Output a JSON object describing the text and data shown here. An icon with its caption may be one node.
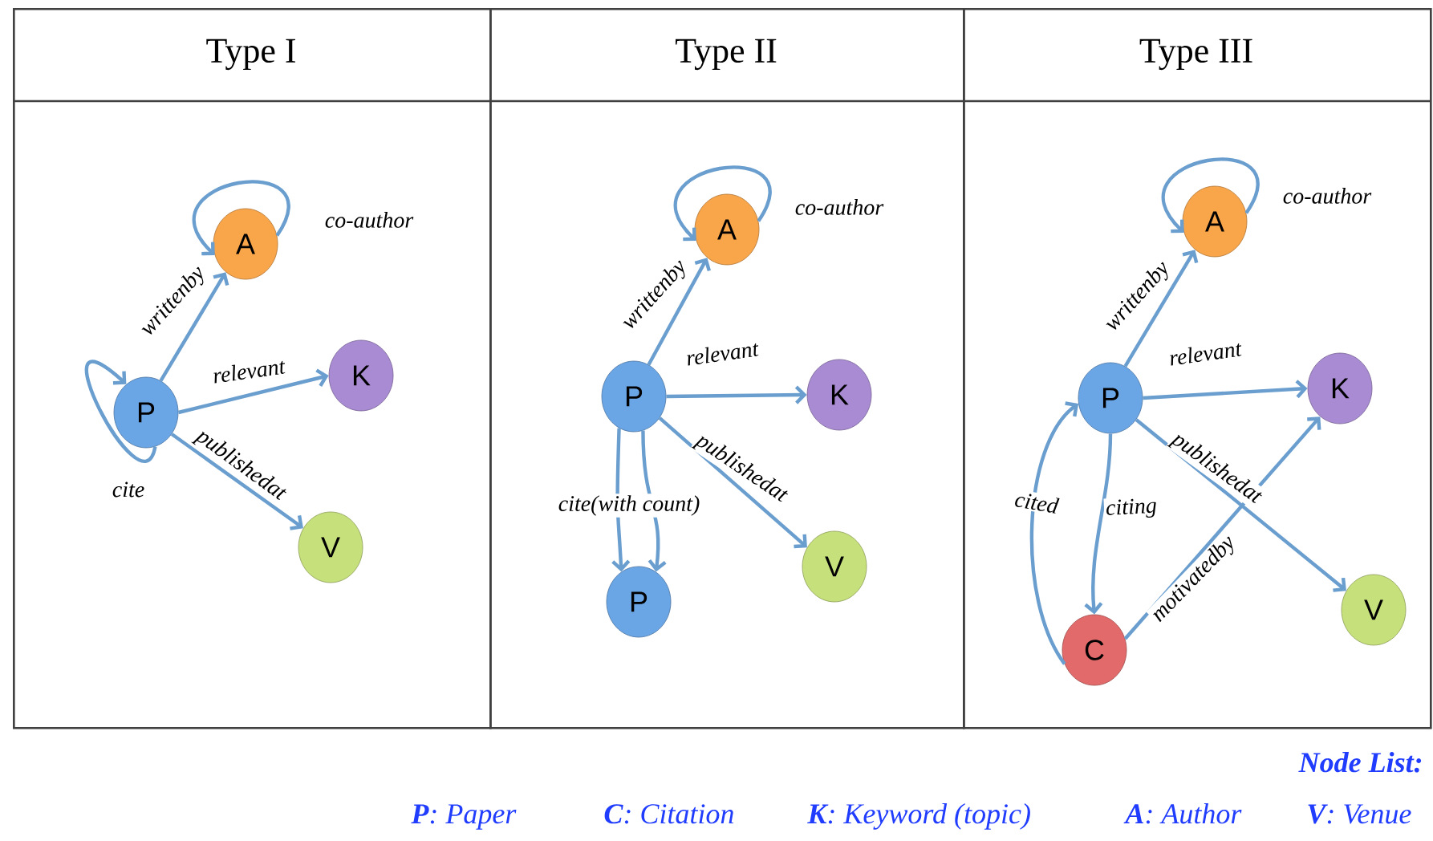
{
  "diagram": {
    "nodes": [
      {
        "text": [
          "Type I"
        ]
      },
      {
        "text": [
          "A"
        ],
        "in": 0
      },
      {
        "text": [
          "P"
        ],
        "in": 0
      },
      {
        "text": [
          "K"
        ],
        "in": 0
      },
      {
        "text": [
          "V"
        ],
        "in": 0
      },
      {
        "text": [
          "Type II"
        ]
      },
      {
        "text": [
          "A"
        ],
        "in": 5
      },
      {
        "text": [
          "P"
        ],
        "in": 5
      },
      {
        "text": [
          "K"
        ],
        "in": 5
      },
      {
        "text": [
          "V"
        ],
        "in": 5
      },
      {
        "text": [
          "P"
        ],
        "in": 5
      },
      {
        "text": [
          "Type III"
        ]
      },
      {
        "text": [
          "A"
        ],
        "in": 11
      },
      {
        "text": [
          "P"
        ],
        "in": 11
      },
      {
        "text": [
          "K"
        ],
        "in": 11
      },
      {
        "text": [
          "C"
        ],
        "in": 11
      },
      {
        "text": [
          "V"
        ],
        "in": 11
      }
    ],
    "edges": [
      {
        "from": 1,
        "to": 1,
        "arrow": "to",
        "label": "co-author"
      },
      {
        "from": 2,
        "to": 1,
        "arrow": "to",
        "label": "writtenby"
      },
      {
        "from": 2,
        "to": 3,
        "arrow": "to",
        "label": "relevant"
      },
      {
        "from": 2,
        "to": 4,
        "arrow": "to",
        "label": "publishedat"
      },
      {
        "from": 2,
        "to": 2,
        "arrow": "to",
        "label": "cite"
      },
      {
        "from": 6,
        "to": 6,
        "arrow": "to",
        "label": "co-author"
      },
      {
        "from": 7,
        "to": 6,
        "arrow": "to",
        "label": "writtenby"
      },
      {
        "from": 7,
        "to": 8,
        "arrow": "to",
        "label": "relevant"
      },
      {
        "from": 7,
        "to": 9,
        "arrow": "to",
        "label": "publishedat"
      },
      {
        "from": 7,
        "to": 10,
        "arrow": "to",
        "label": "cite(with count)"
      },
      {
        "from": 7,
        "to": 10,
        "arrow": "to"
      },
      {
        "from": 12,
        "to": 12,
        "arrow": "to",
        "label": "co-author"
      },
      {
        "from": 13,
        "to": 12,
        "arrow": "to",
        "label": "writtenby"
      },
      {
        "from": 13,
        "to": 14,
        "arrow": "to",
        "label": "relevant"
      },
      {
        "from": 13,
        "to": 16,
        "arrow": "to",
        "label": "publishedat"
      },
      {
        "from": 13,
        "to": 15,
        "arrow": "to",
        "label": "citing"
      },
      {
        "from": 15,
        "to": 13,
        "arrow": "to",
        "label": "cited"
      },
      {
        "from": 15,
        "to": 14,
        "arrow": "to",
        "label": "motivatedby"
      }
    ],
    "labels": [
      "Node List:",
      "**P**: Paper",
      "**C**: Citation",
      "**K**: Keyword (topic)",
      "**A**: Author",
      "**V**: Venue"
    ]
  }
}
